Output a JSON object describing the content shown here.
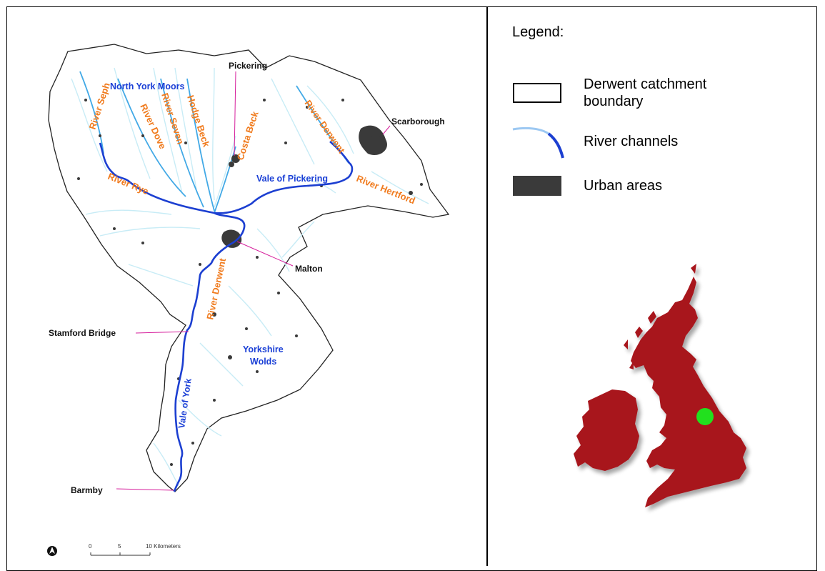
{
  "legend": {
    "title": "Legend:",
    "items": [
      {
        "label": "Derwent catchment boundary",
        "symbol": "boundary-box"
      },
      {
        "label": "River channels",
        "symbol": "river-line"
      },
      {
        "label": "Urban areas",
        "symbol": "urban-fill"
      }
    ]
  },
  "map": {
    "towns": [
      "Pickering",
      "Scarborough",
      "Malton",
      "Stamford Bridge",
      "Barmby"
    ],
    "regions": [
      "North York Moors",
      "Vale of Pickering",
      "Yorkshire Wolds",
      "Vale of York"
    ],
    "rivers": [
      "River Seph",
      "River Dove",
      "River Seven",
      "Hodge Beck",
      "Costa Beck",
      "River Derwent",
      "River Rye",
      "River Hertford",
      "River Derwent"
    ],
    "scale_bar": {
      "ticks": [
        "0",
        "5",
        "10 Kilometers"
      ]
    },
    "north_arrow": "north-arrow-icon"
  },
  "colors": {
    "catchment_fill": "#ffffff",
    "river_main": "#1c3fd1",
    "river_tributary": "#42a9e6",
    "river_minor": "#c8ecf6",
    "urban": "#3a3a3a",
    "label_town": "#111111",
    "label_region": "#1a3fd6",
    "label_river": "#f07b1e",
    "leader_line": "#d61f9c",
    "uk_landmass": "#a8141f",
    "study_site_marker": "#22e01e"
  },
  "inset": {
    "name": "uk-location-inset"
  }
}
